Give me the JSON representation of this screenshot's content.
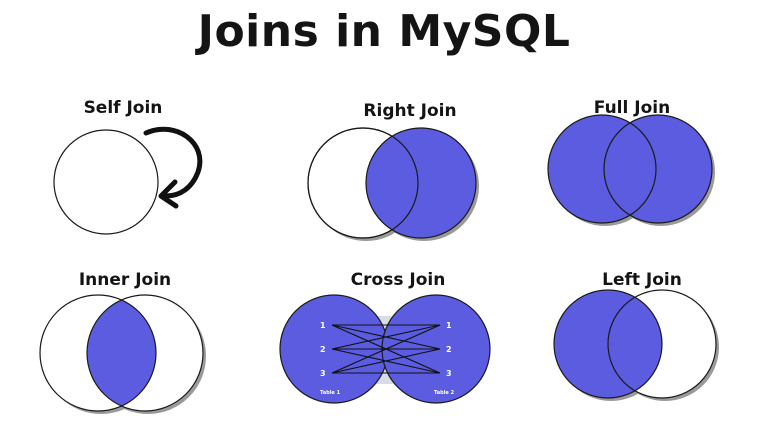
{
  "title": "Joins in MySQL",
  "colors": {
    "fill": "#5b5ce0",
    "outline": "#1a1a1a",
    "shadow": "#9a9a9a",
    "cross_bridge": "#d7dde6"
  },
  "joins": {
    "self": {
      "label": "Self Join",
      "icon": "curved-arrow-icon"
    },
    "right": {
      "label": "Right Join"
    },
    "full": {
      "label": "Full Join"
    },
    "inner": {
      "label": "Inner Join"
    },
    "cross": {
      "label": "Cross Join",
      "left_rows": [
        "1",
        "2",
        "3"
      ],
      "right_rows": [
        "1",
        "2",
        "3"
      ],
      "left_table": "Table 1",
      "right_table": "Table 2"
    },
    "left": {
      "label": "Left Join"
    }
  }
}
